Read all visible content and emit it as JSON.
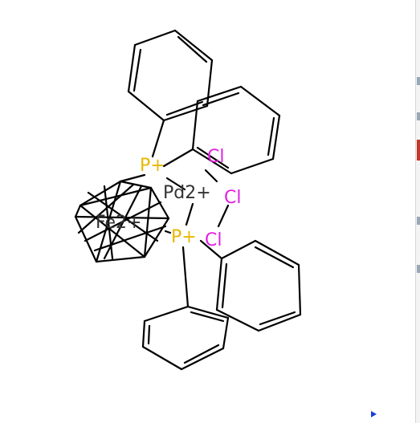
{
  "structure": {
    "atoms": {
      "P_top": {
        "text": "P+",
        "color": "#e8b800"
      },
      "P_bottom": {
        "text": "P+",
        "color": "#e8b800"
      },
      "Pd": {
        "text": "Pd2+",
        "color": "#333333"
      },
      "Fe": {
        "text": "Fe2+",
        "color": "#333333"
      },
      "Cl_1": {
        "text": "Cl",
        "color": "#e020e0"
      },
      "Cl_2": {
        "text": "Cl",
        "color": "#e020e0"
      },
      "Cl_3": {
        "text": "Cl",
        "color": "#e020e0"
      }
    },
    "bond_color": "#000000"
  },
  "viewer": {
    "marker_icon": "play-triangle-icon",
    "marker_color": "#1a3fd6"
  }
}
